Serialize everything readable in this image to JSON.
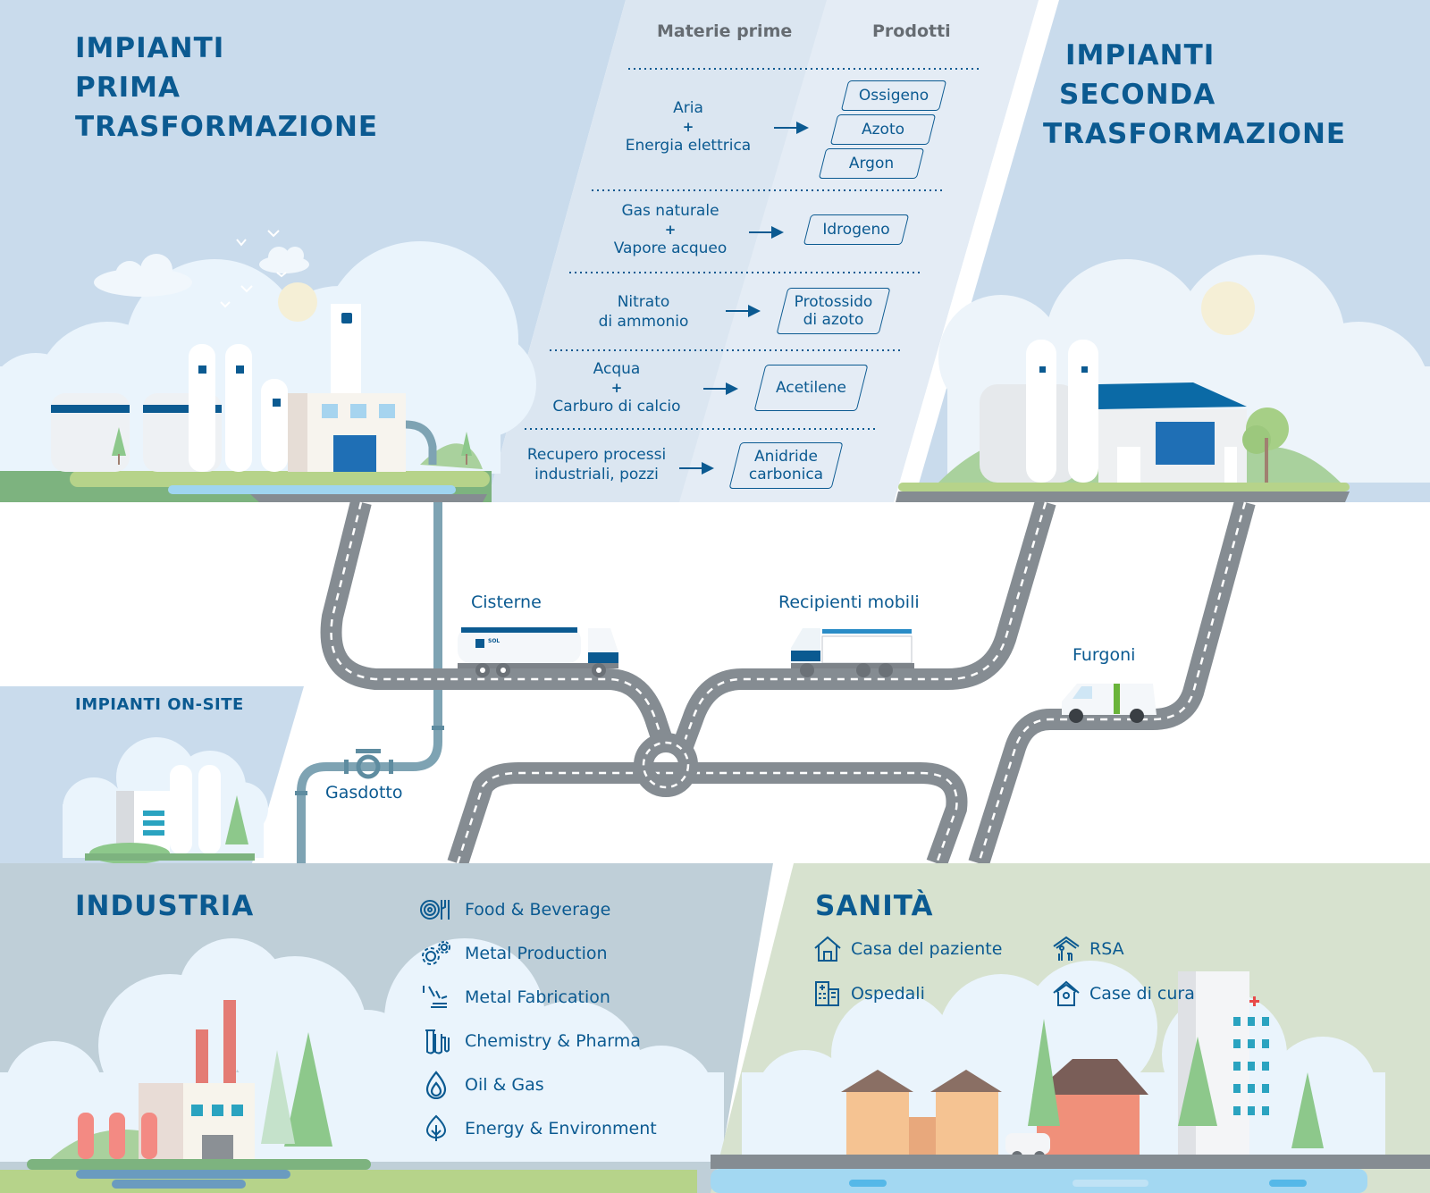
{
  "colors": {
    "brand_blue": "#0b5a91",
    "sky": "#c9dbec",
    "table_bg": "#dce7f2",
    "industry_bg": "#bfcfd8",
    "health_bg": "#d7e2cf",
    "road": "#858c92",
    "pipe": "#7ea3b3"
  },
  "primary_plants": {
    "title_lines": [
      "IMPIANTI",
      "PRIMA",
      "TRASFORMAZIONE"
    ]
  },
  "secondary_plants": {
    "title_lines": [
      "IMPIANTI",
      "SECONDA",
      "TRASFORMAZIONE"
    ]
  },
  "process_table": {
    "headers": {
      "raw_materials": "Materie prime",
      "products": "Prodotti"
    },
    "rows": [
      {
        "inputs": [
          "Aria",
          "+",
          "Energia elettrica"
        ],
        "products": [
          "Ossigeno",
          "Azoto",
          "Argon"
        ]
      },
      {
        "inputs": [
          "Gas naturale",
          "+",
          "Vapore acqueo"
        ],
        "products": [
          "Idrogeno"
        ]
      },
      {
        "inputs": [
          "Nitrato",
          "di ammonio"
        ],
        "products": [
          "Protossido di azoto"
        ]
      },
      {
        "inputs": [
          "Acqua",
          "+",
          "Carburo di calcio"
        ],
        "products": [
          "Acetilene"
        ]
      },
      {
        "inputs": [
          "Recupero processi",
          "industriali, pozzi"
        ],
        "products": [
          "Anidride carbonica"
        ]
      }
    ]
  },
  "distribution": {
    "tankers": "Cisterne",
    "cylinders": "Recipienti mobili",
    "vans": "Furgoni",
    "pipeline": "Gasdotto",
    "tanker_branding": "SOL",
    "onsite_title": "IMPIANTI ON-SITE"
  },
  "industry": {
    "title": "INDUSTRIA",
    "items": [
      {
        "label": "Food & Beverage",
        "icon": "food-beverage-icon"
      },
      {
        "label": "Metal Production",
        "icon": "gears-icon"
      },
      {
        "label": "Metal Fabrication",
        "icon": "sparks-icon"
      },
      {
        "label": "Chemistry & Pharma",
        "icon": "test-tubes-icon"
      },
      {
        "label": "Oil & Gas",
        "icon": "flame-icon"
      },
      {
        "label": "Energy & Environment",
        "icon": "leaf-tree-icon"
      }
    ]
  },
  "health": {
    "title": "SANITÀ",
    "items": [
      {
        "label": "Casa del paziente",
        "icon": "home-icon"
      },
      {
        "label": "RSA",
        "icon": "elderly-care-icon"
      },
      {
        "label": "Ospedali",
        "icon": "hospital-icon"
      },
      {
        "label": "Case di cura",
        "icon": "care-home-icon"
      }
    ]
  }
}
